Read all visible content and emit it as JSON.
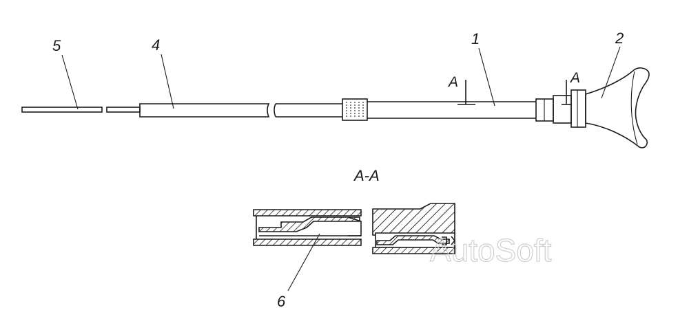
{
  "part_labels": {
    "p1": "1",
    "p2": "2",
    "p4": "4",
    "p5": "5",
    "p6": "6"
  },
  "section_marks": {
    "left": "A",
    "right": "A"
  },
  "section_title": "A-A",
  "watermark": "AutoSoft"
}
